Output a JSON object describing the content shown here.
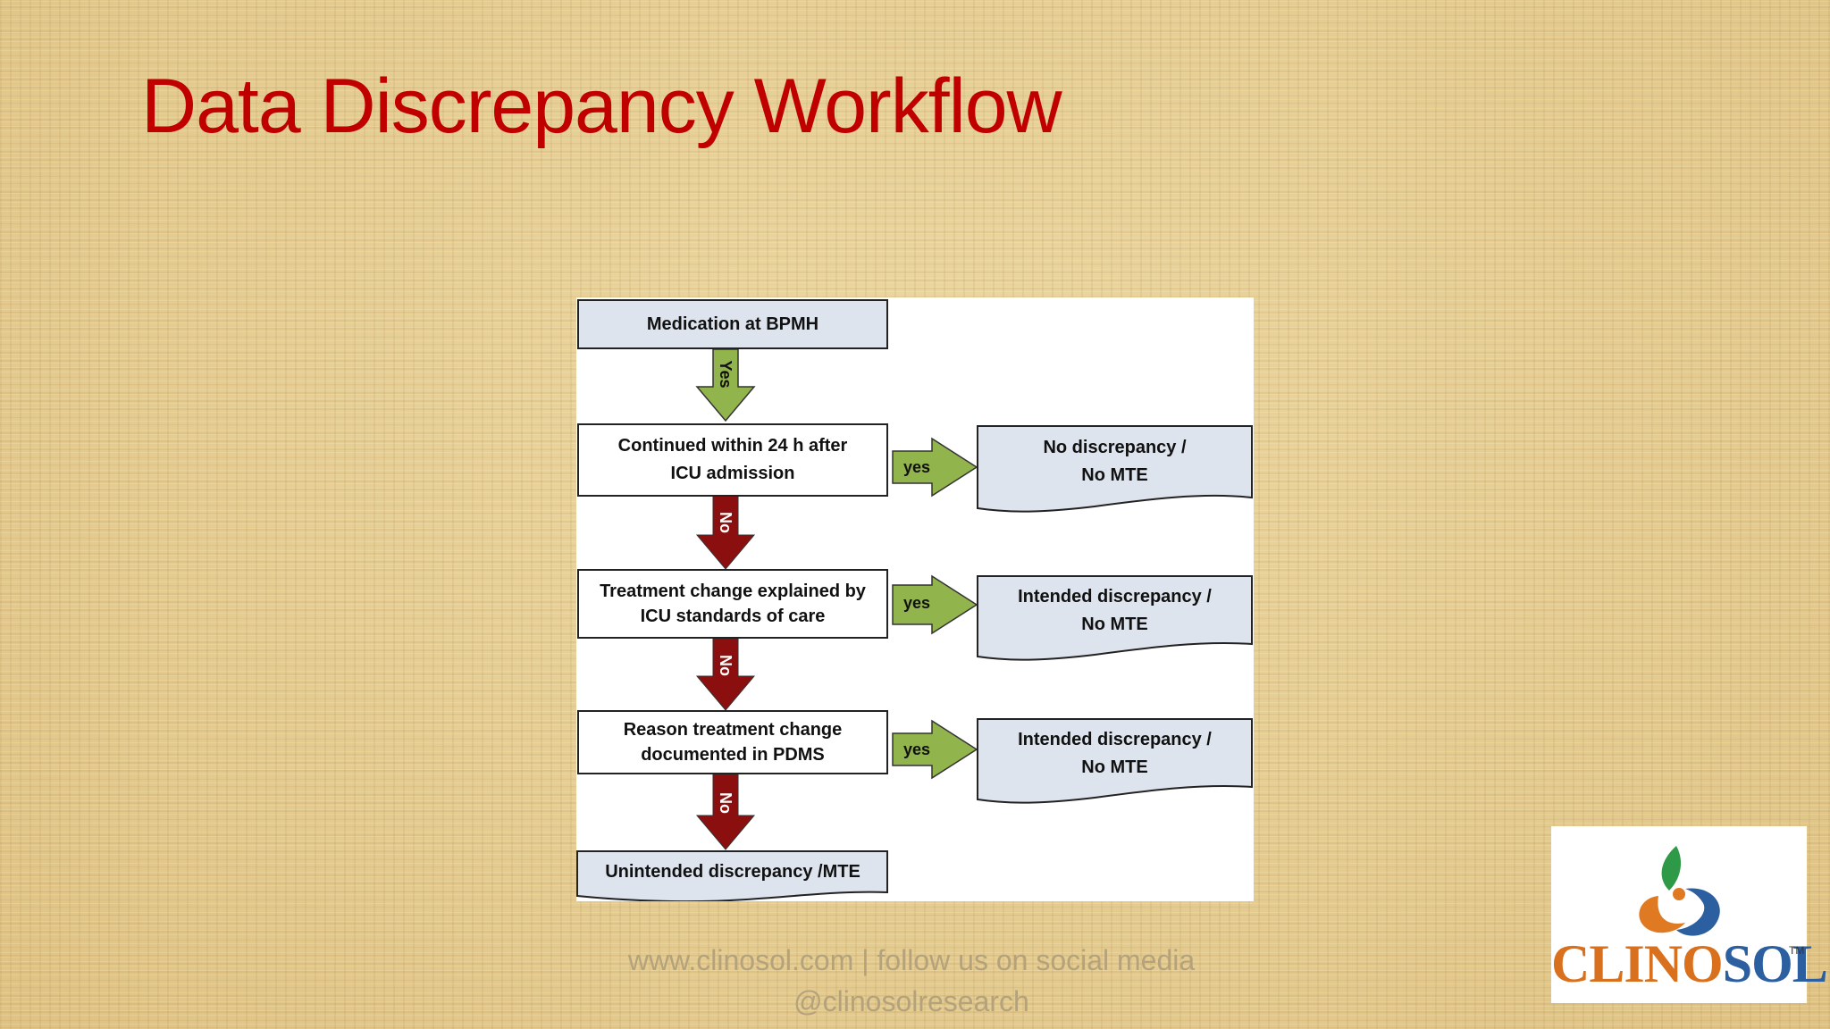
{
  "slide": {
    "title": "Data Discrepancy Workflow",
    "footer_line1": "www.clinosol.com | follow us on social media",
    "footer_line2": "@clinosolresearch"
  },
  "logo": {
    "text_part1": "CLINO",
    "text_part2": "SOL",
    "tm": "TM"
  },
  "diagram": {
    "nodes": {
      "start": "Medication at BPMH",
      "step1": "Continued within 24 h after\nICU admission",
      "step2": "Treatment change explained by\nICU standards of care",
      "step3": "Reason treatment change\ndocumented in PDMS",
      "end": "Unintended discrepancy /MTE",
      "outcome1": "No discrepancy /\nNo MTE",
      "outcome2": "Intended discrepancy /\nNo MTE",
      "outcome3": "Intended discrepancy /\nNo MTE"
    },
    "edges": {
      "start_to_step1": "Yes",
      "step1_no": "No",
      "step2_no": "No",
      "step3_no": "No",
      "step1_yes": "yes",
      "step2_yes": "yes",
      "step3_yes": "yes"
    },
    "colors": {
      "green_arrow": "#92b44c",
      "red_arrow": "#8b0f0f",
      "box_fill": "#dde4ee"
    }
  }
}
